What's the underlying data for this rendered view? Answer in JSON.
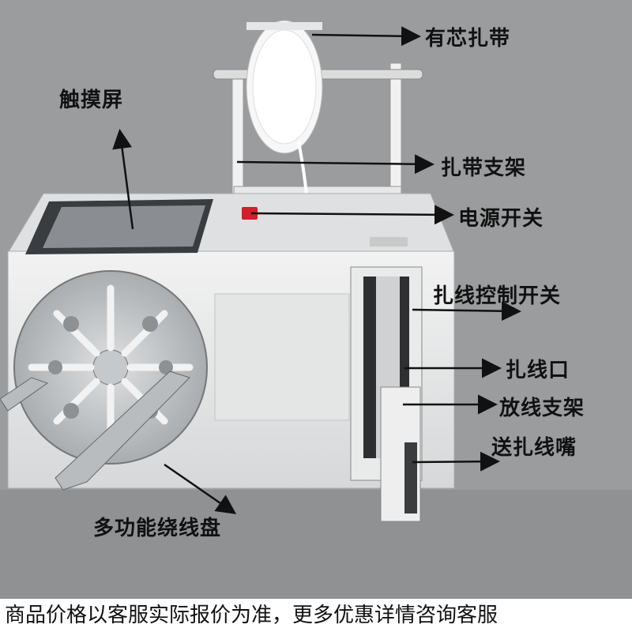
{
  "labels": {
    "core_tie": "有芯扎带",
    "touch_screen": "触摸屏",
    "tie_holder": "扎带支架",
    "power_switch": "电源开关",
    "tie_control_switch": "扎线控制开关",
    "tie_opening": "扎线口",
    "payoff_holder": "放线支架",
    "feed_nozzle": "送扎线嘴",
    "winding_disc": "多功能绕线盘"
  },
  "footer": {
    "notice": "商品价格以客服实际报价为准，更多优惠详情咨询客服"
  },
  "colors": {
    "background": "#9a9c9e",
    "machine_body": "#e9eaea",
    "screen": "#3a3d40",
    "power_switch": "#d0202a",
    "arrow": "#111111"
  }
}
